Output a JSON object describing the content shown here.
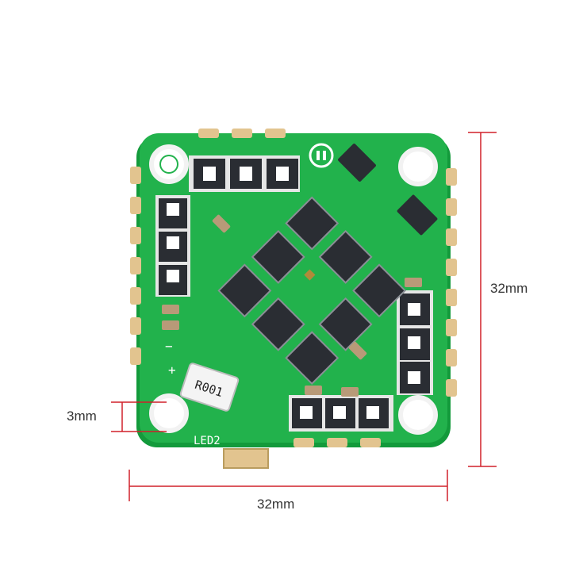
{
  "image": {
    "subject": "ESC circuit board",
    "colors": {
      "background": "#ffffff",
      "pcb": "#1fb04a",
      "pcb_edge": "#139a3b",
      "pad_gold": "#e2c48f",
      "chip": "#2a2d33",
      "dimension": "#d0202a",
      "dimension_text": "#333333"
    }
  },
  "dimensions": {
    "width_label": "32mm",
    "height_label": "32mm",
    "hole_label": "3mm"
  },
  "board_text": {
    "resistor_label": "R001",
    "led_label": "LED2",
    "minus_sign": "−",
    "plus_sign": "+"
  }
}
